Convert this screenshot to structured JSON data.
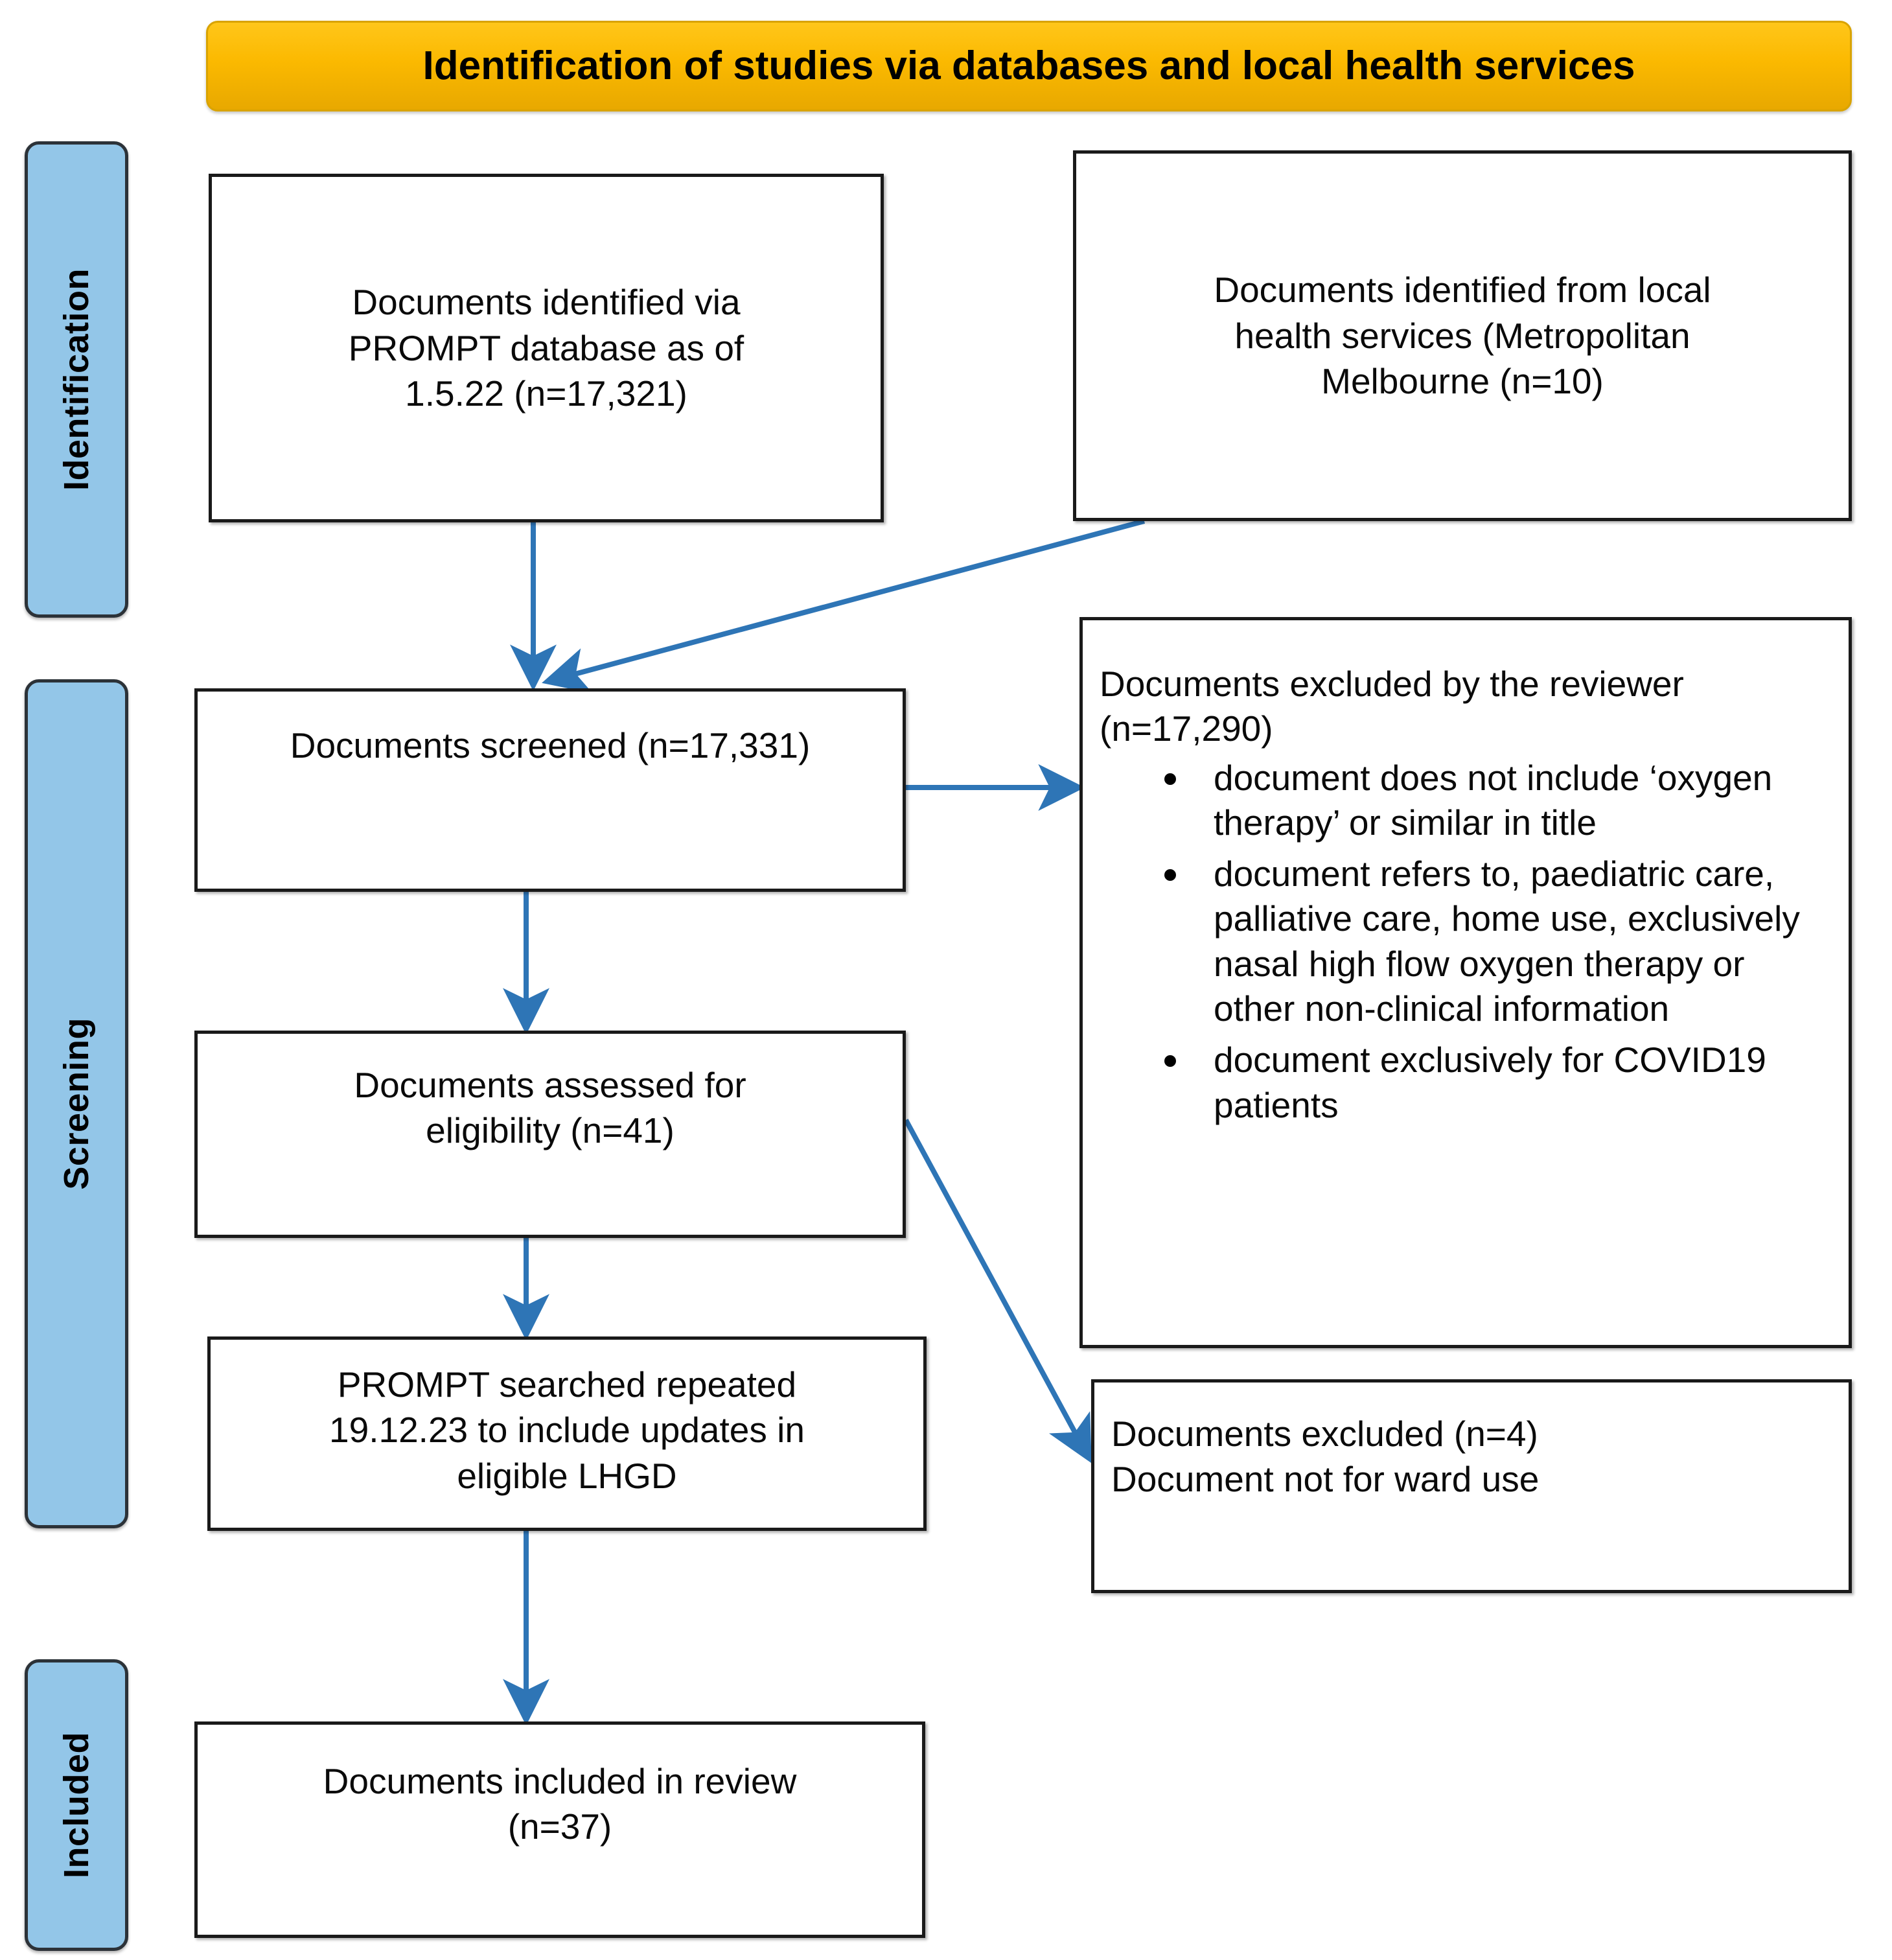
{
  "diagram": {
    "type": "prisma-flow-diagram",
    "banner": {
      "title": "Identification of studies via databases and local health services"
    },
    "stages": [
      {
        "id": "identification",
        "label": "Identification"
      },
      {
        "id": "screening",
        "label": "Screening"
      },
      {
        "id": "included",
        "label": "Included"
      }
    ],
    "boxes": {
      "prompt_database": {
        "line1": "Documents identified via",
        "line2": "PROMPT database as of",
        "line3": "1.5.22 (n=17,321)",
        "count": "17,321"
      },
      "local_health_services": {
        "line1": "Documents identified from local",
        "line2": "health services (Metropolitan",
        "line3": "Melbourne (n=10)",
        "count": "10"
      },
      "screened": {
        "line1": "Documents screened (n=17,331)",
        "count": "17,331"
      },
      "excluded_by_reviewer": {
        "head_line1": "Documents excluded by the reviewer",
        "head_line2": "(n=17,290)",
        "count": "17,290",
        "bullets": [
          "document does not include ‘oxygen therapy’ or similar in title",
          "document refers to, paediatric care, palliative care, home use, exclusively nasal high flow oxygen therapy or other non-clinical information",
          "document exclusively for COVID19 patients"
        ]
      },
      "assessed_eligibility": {
        "line1": "Documents assessed for",
        "line2": "eligibility (n=41)",
        "count": "41"
      },
      "prompt_repeat_search": {
        "line1": "PROMPT searched repeated",
        "line2": "19.12.23 to include updates in",
        "line3": "eligible LHGD"
      },
      "excluded_ward_use": {
        "line1": "Documents excluded (n=4)",
        "line2": "Document not for ward use",
        "count": "4"
      },
      "included_in_review": {
        "line1": "Documents included in review",
        "line2": "(n=37)",
        "count": "37"
      }
    },
    "colors": {
      "banner_fill": "#FBB900",
      "banner_border": "#D9A300",
      "stage_pill_fill": "#93C6E8",
      "stage_pill_border": "#2C3238",
      "box_border": "#1A1A1A",
      "box_fill": "#FFFFFF",
      "arrow": "#2E75B6",
      "text": "#0A0A0A"
    },
    "connectors": [
      {
        "id": "prompt-to-screened",
        "from": "prompt_database",
        "to": "screened",
        "shape": "vertical"
      },
      {
        "id": "lhs-to-screened",
        "from": "local_health_services",
        "to": "screened",
        "shape": "diagonal"
      },
      {
        "id": "screened-to-excluded",
        "from": "screened",
        "to": "excluded_by_reviewer",
        "shape": "horizontal"
      },
      {
        "id": "screened-to-eligibility",
        "from": "screened",
        "to": "assessed_eligibility",
        "shape": "vertical"
      },
      {
        "id": "eligibility-to-excluded4",
        "from": "assessed_eligibility",
        "to": "excluded_ward_use",
        "shape": "diagonal"
      },
      {
        "id": "eligibility-to-prompt2",
        "from": "assessed_eligibility",
        "to": "prompt_repeat_search",
        "shape": "vertical"
      },
      {
        "id": "prompt2-to-included",
        "from": "prompt_repeat_search",
        "to": "included_in_review",
        "shape": "vertical"
      }
    ]
  }
}
